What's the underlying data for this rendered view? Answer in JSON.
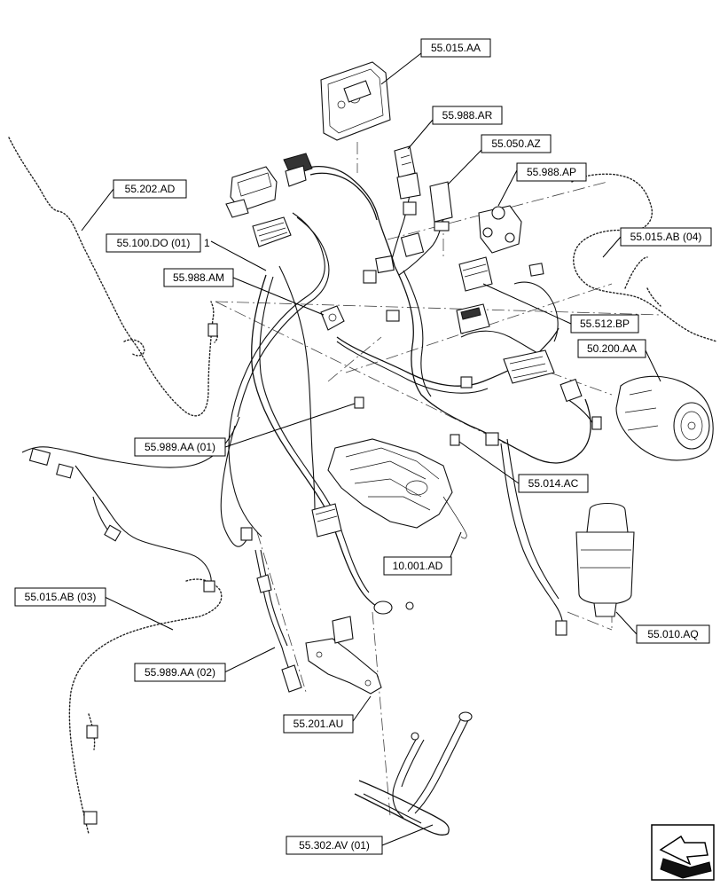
{
  "callouts": {
    "c55_015_AA": "55.015.AA",
    "c55_988_AR": "55.988.AR",
    "c55_050_AZ": "55.050.AZ",
    "c55_988_AP": "55.988.AP",
    "c55_202_AD": "55.202.AD",
    "c55_015_AB_04": "55.015.AB (04)",
    "c55_100_DO_01": "55.100.DO (01)",
    "item_number": "1",
    "c55_988_AM": "55.988.AM",
    "c55_512_BP": "55.512.BP",
    "c50_200_AA": "50.200.AA",
    "c55_989_AA_01": "55.989.AA (01)",
    "c55_014_AC": "55.014.AC",
    "c10_001_AD": "10.001.AD",
    "c55_015_AB_03": "55.015.AB (03)",
    "c55_010_AQ": "55.010.AQ",
    "c55_989_AA_02": "55.989.AA (02)",
    "c55_201_AU": "55.201.AU",
    "c55_302_AV_01": "55.302.AV (01)"
  },
  "icons": {
    "navigation": "arrow-left-icon"
  }
}
